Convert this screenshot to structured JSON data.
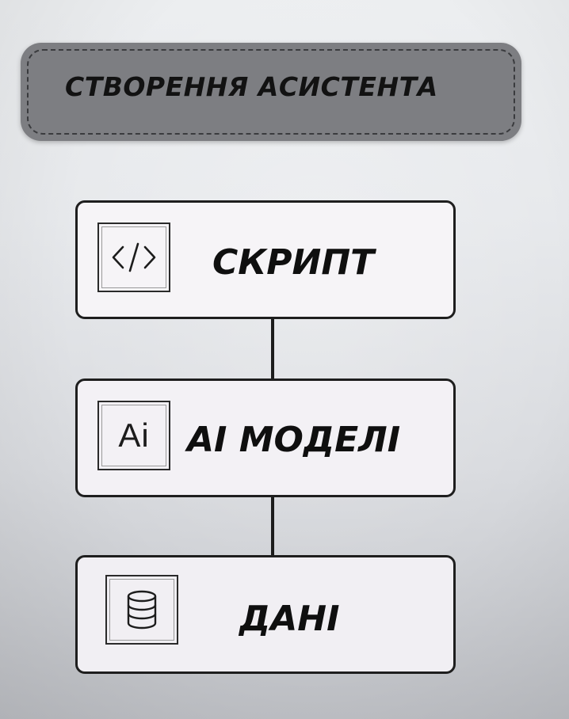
{
  "header": {
    "title": "СТВОРЕННЯ АСИСТЕНТА"
  },
  "layers": [
    {
      "label": "СКРИПТ",
      "icon": "code-icon"
    },
    {
      "label": "AI МОДЕЛІ",
      "icon": "ai-icon",
      "icon_text": "Ai"
    },
    {
      "label": "ДАНІ",
      "icon": "database-icon"
    }
  ],
  "colors": {
    "pill": "#7d7e82",
    "ink": "#121212",
    "card": "#f4f2f6"
  }
}
